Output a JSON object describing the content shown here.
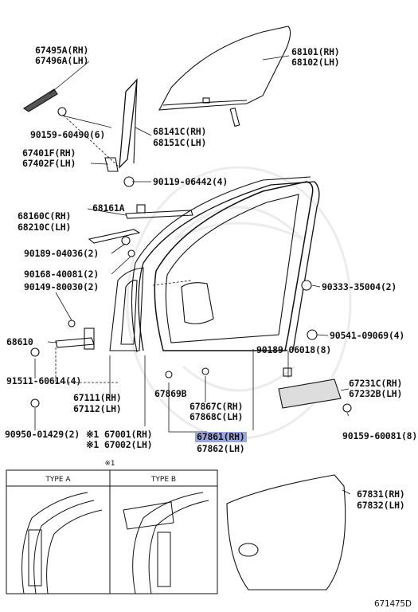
{
  "diagram_code": "671475D",
  "inset": {
    "ref_mark": "※1",
    "type_a": "TYPE A",
    "type_b": "TYPE B"
  },
  "labels": {
    "p67495a": "67495A(RH)",
    "p67496a": "67496A(LH)",
    "p68101": "68101(RH)",
    "p68102": "68102(LH)",
    "p90159_60490": "90159-60490(6)",
    "p68141c": "68141C(RH)",
    "p68151c": "68151C(LH)",
    "p67401f": "67401F(RH)",
    "p67402f": "67402F(LH)",
    "p90119_06442": "90119-06442(4)",
    "p68160c": "68160C(RH)",
    "p68210c": "68210C(LH)",
    "p68161a": "68161A",
    "p90189_04036": "90189-04036(2)",
    "p90168_40081": "90168-40081(2)",
    "p90149_80030": "90149-80030(2)",
    "p90333_35004": "90333-35004(2)",
    "p68610": "68610",
    "p90541_09069": "90541-09069(4)",
    "p90189_06018": "90189-06018(8)",
    "p91511_60614": "91511-60614(4)",
    "p67111": "67111(RH)",
    "p67112": "67112(LH)",
    "p67869b": "67869B",
    "p67867c": "67867C(RH)",
    "p67868c": "67868C(LH)",
    "p67231c": "67231C(RH)",
    "p67232b": "67232B(LH)",
    "p90950_01429": "90950-01429(2)",
    "p67001": "※1 67001(RH)",
    "p67002": "※1 67002(LH)",
    "p90159_60081": "90159-60081(8)",
    "p67861": "67861(RH)",
    "p67862": "67862(LH)",
    "p67831": "67831(RH)",
    "p67832": "67832(LH)"
  }
}
